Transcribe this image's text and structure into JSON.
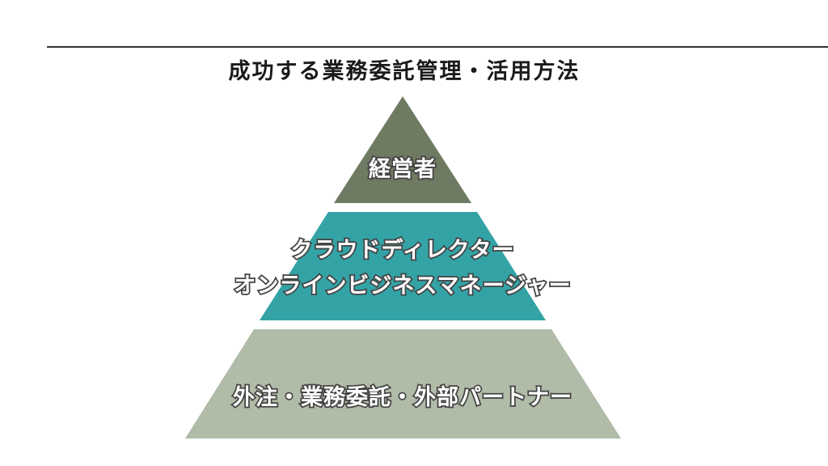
{
  "title": "成功する業務委託管理・活用方法",
  "colors": {
    "tier_top": "#6e7a62",
    "tier_middle": "#33a3a6",
    "tier_bottom": "#b0bba8",
    "rule": "#333333"
  },
  "tiers": [
    {
      "lines": [
        "経営者"
      ]
    },
    {
      "lines": [
        "クラウドディレクター",
        "オンラインビジネスマネージャー"
      ]
    },
    {
      "lines": [
        "外注・業務委託・外部パートナー"
      ]
    }
  ]
}
